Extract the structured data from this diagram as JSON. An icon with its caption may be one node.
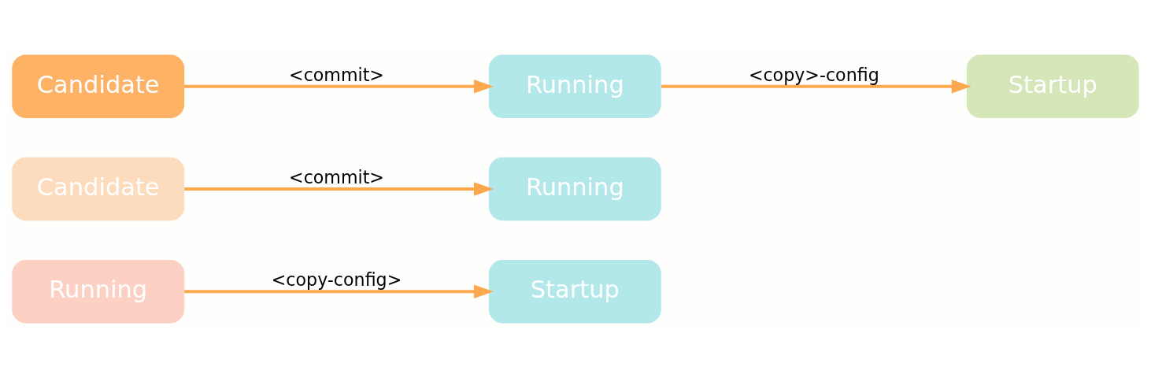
{
  "diagram": {
    "nodes": [
      {
        "text": [
          "Running"
        ]
      },
      {
        "text": [
          "Startup"
        ]
      },
      {
        "text": [
          "Candidate"
        ]
      },
      {
        "text": [
          "Running"
        ]
      },
      {
        "text": [
          "Candidate"
        ]
      },
      {
        "text": [
          "Running"
        ]
      },
      {
        "text": [
          "Startup"
        ]
      }
    ],
    "edges": [
      {
        "from": 0,
        "to": 1,
        "arrow": "to",
        "label": "<copy-config>"
      },
      {
        "from": 2,
        "to": 3,
        "arrow": "to",
        "label": "<commit>"
      },
      {
        "from": 4,
        "to": 5,
        "arrow": "to",
        "label": "<commit>"
      },
      {
        "from": 5,
        "to": 6,
        "arrow": "to",
        "label": "<copy>-config"
      }
    ]
  }
}
